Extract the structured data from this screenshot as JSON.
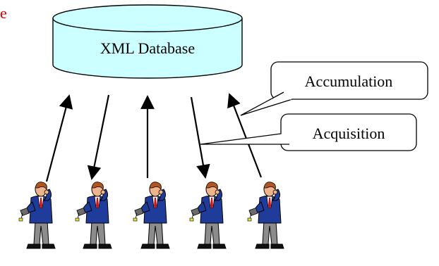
{
  "cut_off_letter": "e",
  "database": {
    "label": "XML Database",
    "fill": "#ccffff",
    "stroke": "#000000"
  },
  "callouts": [
    {
      "id": "accumulation",
      "label": "Accumulation"
    },
    {
      "id": "acquisition",
      "label": "Acquisition"
    }
  ],
  "people": [
    {
      "icon": "businessman-with-pda-icon",
      "direction": "up"
    },
    {
      "icon": "businessman-with-pda-icon",
      "direction": "down"
    },
    {
      "icon": "businessman-with-pda-icon",
      "direction": "up"
    },
    {
      "icon": "businessman-with-pda-icon",
      "direction": "down"
    },
    {
      "icon": "businessman-with-pda-icon",
      "direction": "up"
    }
  ],
  "colors": {
    "letter": "#e00000",
    "suit": "#1f3c9a",
    "pants": "#8c8c8c",
    "skin": "#f0b48c",
    "hair": "#b3551f",
    "tie": "#d01010"
  }
}
